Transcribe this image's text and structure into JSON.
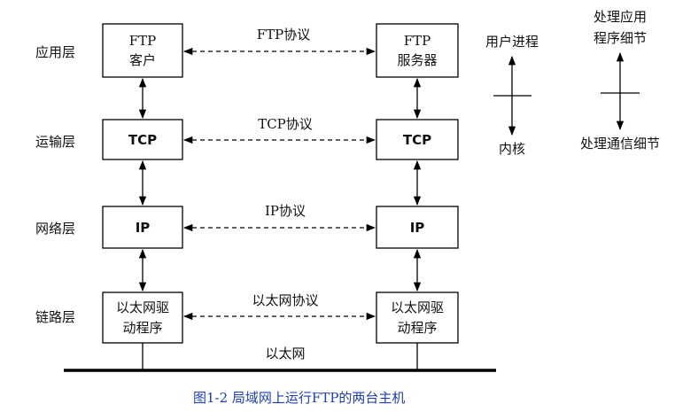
{
  "layers": [
    "应用层",
    "运输层",
    "网络层",
    "链路层"
  ],
  "left_stack": [
    {
      "line1": "FTP",
      "line2": "客户"
    },
    {
      "line1": "TCP",
      "line2": ""
    },
    {
      "line1": "IP",
      "line2": ""
    },
    {
      "line1": "以太网驱",
      "line2": "动程序"
    }
  ],
  "right_stack": [
    {
      "line1": "FTP",
      "line2": "服务器"
    },
    {
      "line1": "TCP",
      "line2": ""
    },
    {
      "line1": "IP",
      "line2": ""
    },
    {
      "line1": "以太网驱",
      "line2": "动程序"
    }
  ],
  "protocols": [
    "FTP协议",
    "TCP协议",
    "IP协议",
    "以太网协议"
  ],
  "network": "以太网",
  "legend": {
    "user_process": "用户进程",
    "kernel": "内核",
    "app_details_line1": "处理应用",
    "app_details_line2": "程序细节",
    "comm_details": "处理通信细节"
  },
  "caption": "图1-2   局域网上运行FTP的两台主机",
  "colors": {
    "caption": "#1f3fae",
    "line": "#000000"
  }
}
